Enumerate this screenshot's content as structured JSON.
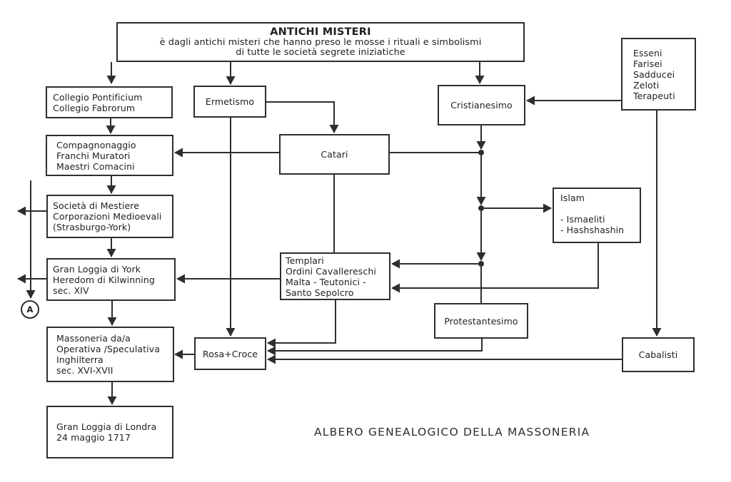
{
  "diagram": {
    "caption": "ALBERO GENEALOGICO DELLA MASSONERIA",
    "connector": {
      "label": "A"
    },
    "colors": {
      "line": "#2e2e2e",
      "text": "#1f1f1f",
      "background": "#ffffff"
    },
    "title_box": {
      "title": "ANTICHI MISTERI",
      "subtitle": "è dagli antichi misteri che hanno preso le mosse i rituali e simbolismi\ndi tutte le società segrete iniziatiche"
    },
    "nodes": {
      "esseni": "Esseni\nFarisei\nSadducei\nZeloti\nTerapeuti",
      "collegio": "Collegio Pontificium\nCollegio Fabrorum",
      "ermetismo": "Ermetismo",
      "cristianesimo": "Cristianesimo",
      "compagnonaggio": "Compagnonaggio\nFranchi Muratori\nMaestri Comacini",
      "catari": "Catari",
      "islam": "Islam\n\n- Ismaeliti\n- Hashshashin",
      "societa": "Società di Mestiere\nCorporazioni Medioevali\n(Strasburgo-York)",
      "templari": "Templari\nOrdini Cavallereschi\nMalta - Teutonici -\nSanto Sepolcro",
      "york": "Gran Loggia di York\nHeredom di Kilwinning\nsec. XIV",
      "protestantesimo": "Protestantesimo",
      "massoneria": "Massoneria da/a\nOperativa /Speculativa\nInghilterra\nsec. XVI-XVII",
      "rosacroce": "Rosa+Croce",
      "cabalisti": "Cabalisti",
      "londra": "Gran Loggia di Londra\n24 maggio 1717"
    }
  }
}
